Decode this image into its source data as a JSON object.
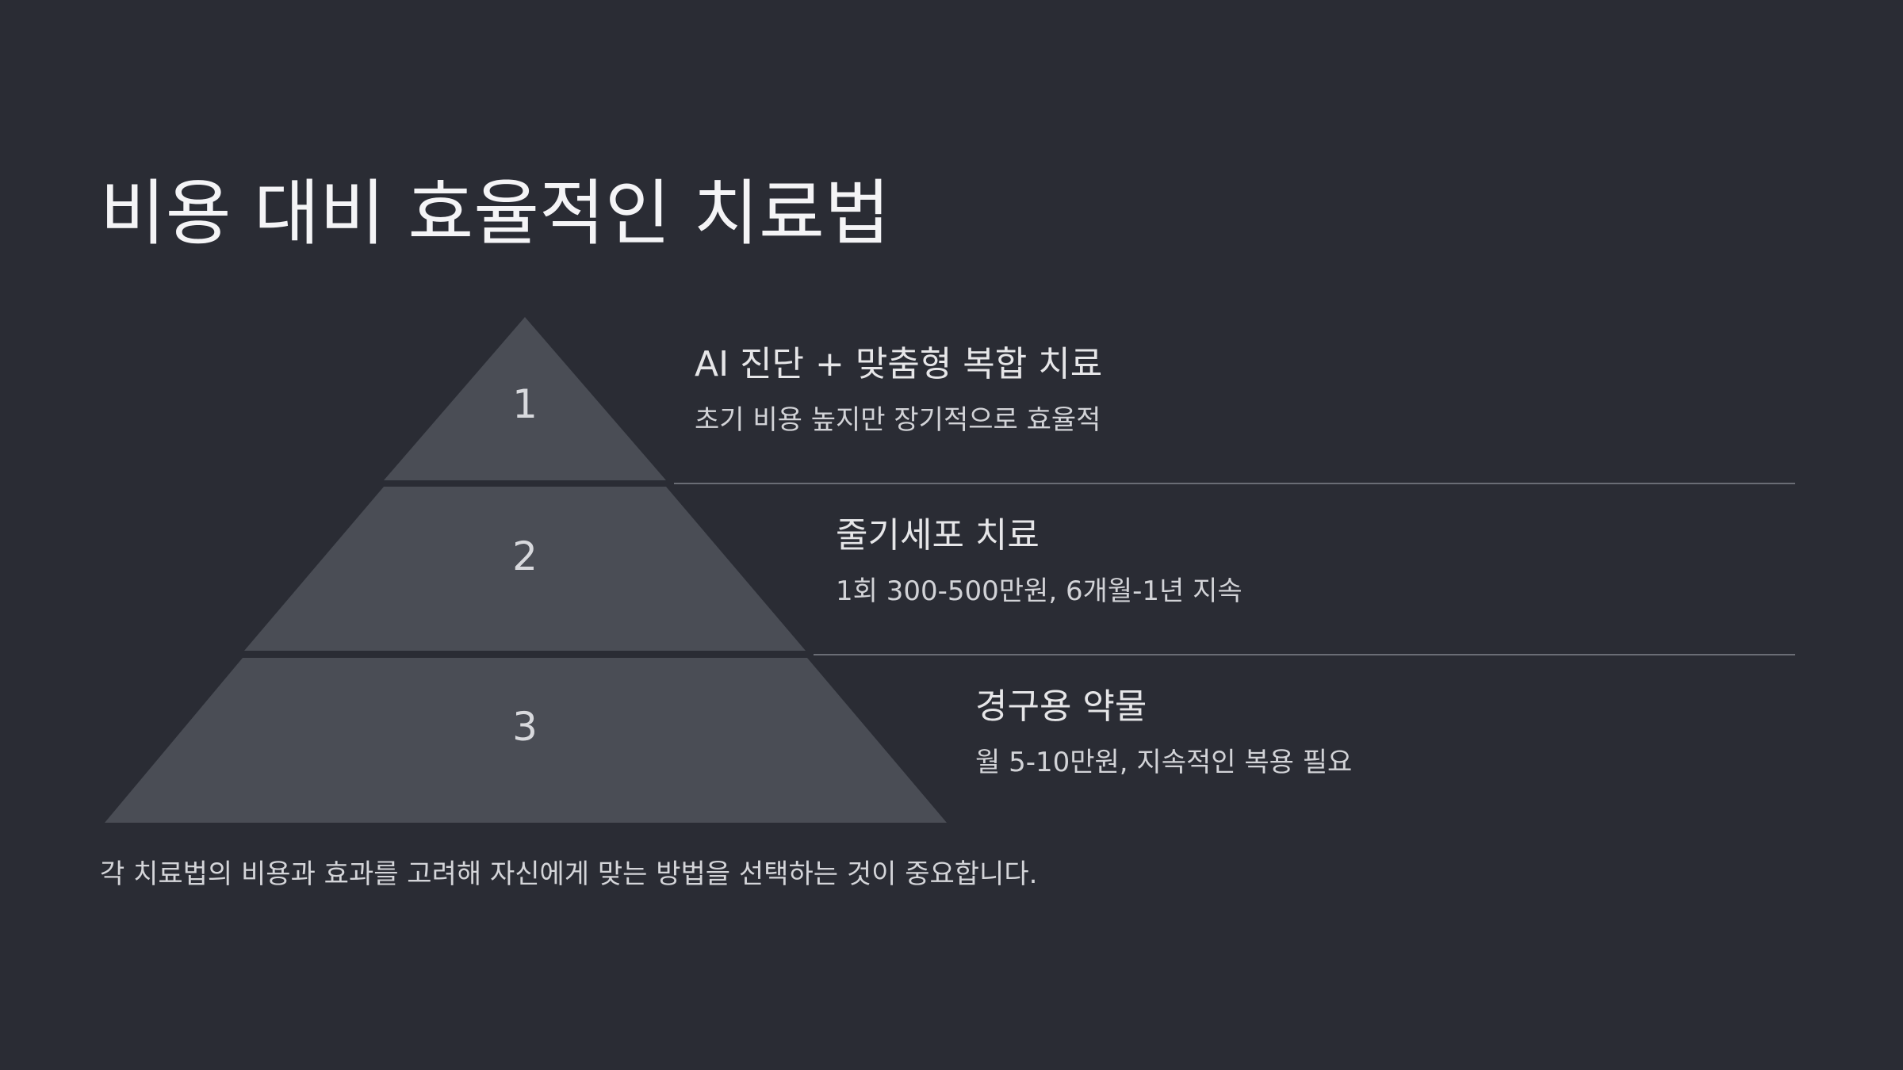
{
  "slide": {
    "title": "비용 대비 효율적인 치료법",
    "footer": "각 치료법의 비용과 효과를 고려해 자신에게 맞는 방법을 선택하는 것이 중요합니다."
  },
  "pyramid": {
    "tiers": [
      {
        "number": "1",
        "heading": "AI 진단 + 맞춤형 복합 치료",
        "description": "초기 비용 높지만 장기적으로 효율적"
      },
      {
        "number": "2",
        "heading": "줄기세포 치료",
        "description": "1회 300-500만원, 6개월-1년 지속"
      },
      {
        "number": "3",
        "heading": "경구용 약물",
        "description": "월 5-10만원, 지속적인 복용 필요"
      }
    ]
  },
  "colors": {
    "background": "#2a2c34",
    "tier_fill": "#4a4d55",
    "divider": "#6a6d75",
    "number_text": "#d8d9dd"
  }
}
